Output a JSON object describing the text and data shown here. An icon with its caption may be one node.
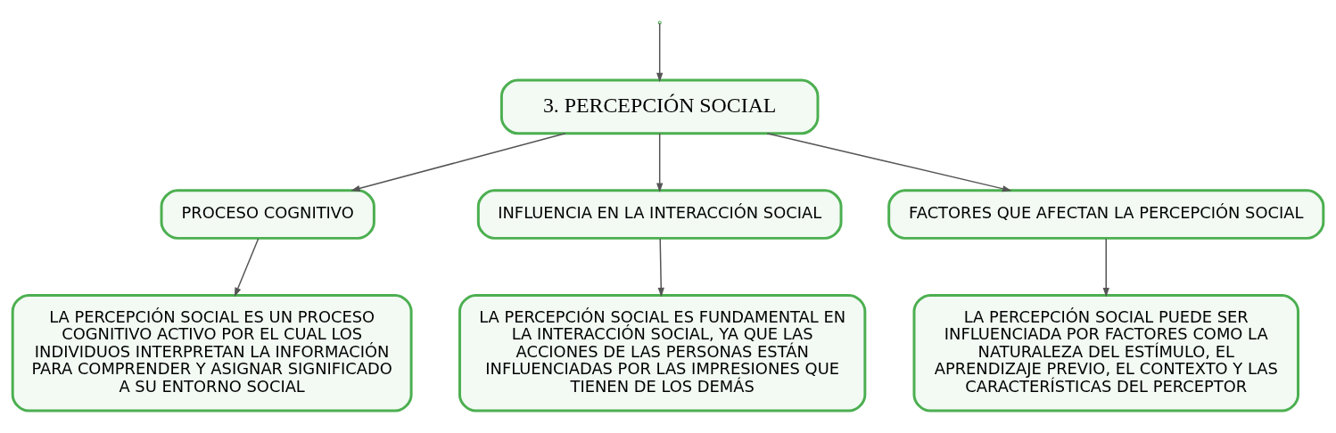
{
  "diagram": {
    "nodes": [
      {
        "text": [
          "3. PERCEPCIÓN SOCIAL"
        ]
      },
      {
        "text": [
          "PROCESO COGNITIVO"
        ]
      },
      {
        "text": [
          "INFLUENCIA EN LA INTERACCIÓN SOCIAL"
        ]
      },
      {
        "text": [
          "FACTORES QUE AFECTAN LA PERCEPCIÓN SOCIAL"
        ]
      },
      {
        "text": [
          "LA PERCEPCIÓN SOCIAL ES UN PROCESO COGNITIVO ACTIVO POR EL CUAL LOS INDIVIDUOS INTERPRETAN LA INFORMACIÓN PARA COMPRENDER Y ASIGNAR SIGNIFICADO A SU ENTORNO SOCIAL"
        ]
      },
      {
        "text": [
          "LA PERCEPCIÓN SOCIAL ES FUNDAMENTAL EN LA INTERACCIÓN SOCIAL, YA QUE LAS ACCIONES DE LAS PERSONAS ESTÁN INFLUENCIADAS POR LAS IMPRESIONES QUE TIENEN DE LOS DEMÁS"
        ]
      },
      {
        "text": [
          "LA PERCEPCIÓN SOCIAL PUEDE SER INFLUENCIADA POR FACTORES COMO LA NATURALEZA DEL ESTÍMULO, EL APRENDIZAJE PREVIO, EL CONTEXTO Y LAS CARACTERÍSTICAS DEL PERCEPTOR"
        ]
      }
    ],
    "edges": [
      {
        "from": null,
        "to": 0,
        "arrow": "to"
      },
      {
        "from": 0,
        "to": 1,
        "arrow": "to"
      },
      {
        "from": 0,
        "to": 2,
        "arrow": "to"
      },
      {
        "from": 0,
        "to": 3,
        "arrow": "to"
      },
      {
        "from": 1,
        "to": 4,
        "arrow": "to"
      },
      {
        "from": 2,
        "to": 5,
        "arrow": "to"
      },
      {
        "from": 3,
        "to": 6,
        "arrow": "to"
      }
    ]
  }
}
